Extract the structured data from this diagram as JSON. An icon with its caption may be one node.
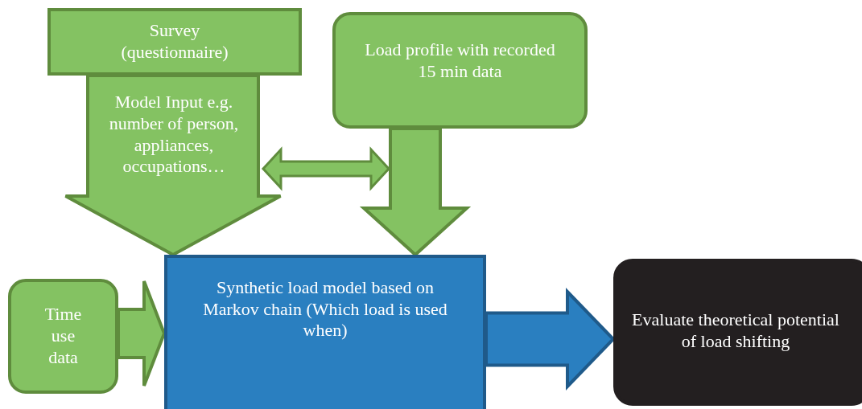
{
  "diagram": {
    "nodes": [
      {
        "text": [
          "Survey (questionnaire)"
        ]
      },
      {
        "text": [
          "Load profile with recorded 15 min data"
        ]
      },
      {
        "text": [
          "Time use data"
        ]
      },
      {
        "text": [
          "Synthetic load model based on Markov chain (Which load is used when)"
        ]
      },
      {
        "text": [
          "Evaluate theoretical potential of load shifting"
        ]
      }
    ],
    "edges": [
      {
        "from": 0,
        "to": 3,
        "arrow": "to",
        "style": "thick",
        "label": "Model Input e.g. number of person, appliances, occupations…"
      },
      {
        "from": null,
        "to": 1,
        "arrow": "both"
      },
      {
        "from": 1,
        "to": 3,
        "arrow": "to",
        "style": "thick"
      },
      {
        "from": 2,
        "to": 3,
        "arrow": "to",
        "style": "thick"
      },
      {
        "from": 3,
        "to": 4,
        "arrow": "to",
        "style": "thick",
        "color": "#2a7fc0"
      }
    ]
  }
}
